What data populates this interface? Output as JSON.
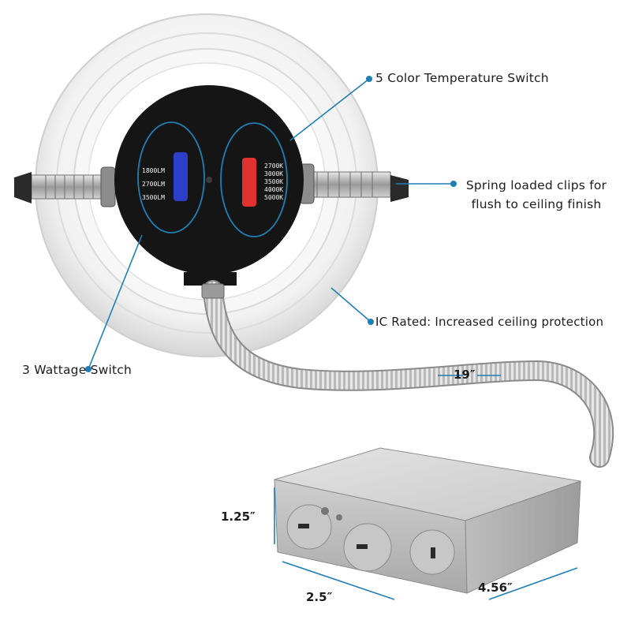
{
  "callouts": {
    "color_temp_switch": "5 Color Temperature Switch",
    "spring_clips_line1": "Spring loaded clips for",
    "spring_clips_line2": "flush to ceiling finish",
    "ic_rated": "IC Rated: Increased ceiling protection",
    "wattage_switch": "3 Wattage Switch"
  },
  "wattage_options": [
    "1800LM",
    "2700LM",
    "3500LM"
  ],
  "color_temp_options": [
    "2700K",
    "3000K",
    "3500K",
    "4000K",
    "5000K"
  ],
  "dimensions": {
    "cable_length": "19″",
    "box_height": "1.25″",
    "box_depth": "2.5″",
    "box_width": "4.56″"
  },
  "colors": {
    "accent_line": "#1f7fb5",
    "wattage_switch": "#2b3fc9",
    "color_temp_switch": "#e0332f",
    "housing_black": "#151515"
  }
}
